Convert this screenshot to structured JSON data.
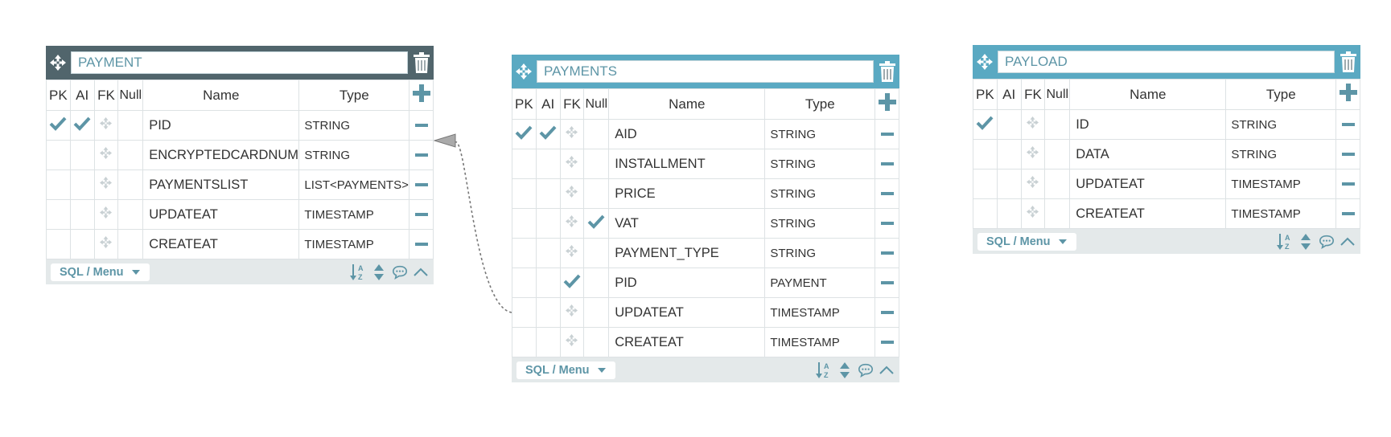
{
  "tables": [
    {
      "name": "PAYMENT",
      "headers": {
        "pk": "PK",
        "ai": "AI",
        "fk": "FK",
        "null": "Null",
        "name": "Name",
        "type": "Type"
      },
      "rows": [
        {
          "name": "PID",
          "type": "STRING",
          "pk": true,
          "ai": true,
          "fk": false,
          "null": false
        },
        {
          "name": "ENCRYPTEDCARDNUMBER",
          "type": "STRING",
          "pk": false,
          "ai": false,
          "fk": false,
          "null": false
        },
        {
          "name": "PAYMENTSLIST",
          "type": "LIST<PAYMENTS>",
          "pk": false,
          "ai": false,
          "fk": false,
          "null": false
        },
        {
          "name": "UPDATEAT",
          "type": "TIMESTAMP",
          "pk": false,
          "ai": false,
          "fk": false,
          "null": false
        },
        {
          "name": "CREATEAT",
          "type": "TIMESTAMP",
          "pk": false,
          "ai": false,
          "fk": false,
          "null": false
        }
      ],
      "footer": {
        "sql_menu": "SQL / Menu"
      }
    },
    {
      "name": "PAYMENTS",
      "headers": {
        "pk": "PK",
        "ai": "AI",
        "fk": "FK",
        "null": "Null",
        "name": "Name",
        "type": "Type"
      },
      "rows": [
        {
          "name": "AID",
          "type": "STRING",
          "pk": true,
          "ai": true,
          "fk": false,
          "null": false
        },
        {
          "name": "INSTALLMENT",
          "type": "STRING",
          "pk": false,
          "ai": false,
          "fk": false,
          "null": false
        },
        {
          "name": "PRICE",
          "type": "STRING",
          "pk": false,
          "ai": false,
          "fk": false,
          "null": false
        },
        {
          "name": "VAT",
          "type": "STRING",
          "pk": false,
          "ai": false,
          "fk": false,
          "null": true
        },
        {
          "name": "PAYMENT_TYPE",
          "type": "STRING",
          "pk": false,
          "ai": false,
          "fk": false,
          "null": false
        },
        {
          "name": "PID",
          "type": "PAYMENT",
          "pk": false,
          "ai": false,
          "fk": true,
          "null": false
        },
        {
          "name": "UPDATEAT",
          "type": "TIMESTAMP",
          "pk": false,
          "ai": false,
          "fk": false,
          "null": false
        },
        {
          "name": "CREATEAT",
          "type": "TIMESTAMP",
          "pk": false,
          "ai": false,
          "fk": false,
          "null": false
        }
      ],
      "footer": {
        "sql_menu": "SQL / Menu"
      }
    },
    {
      "name": "PAYLOAD",
      "headers": {
        "pk": "PK",
        "ai": "AI",
        "fk": "FK",
        "null": "Null",
        "name": "Name",
        "type": "Type"
      },
      "rows": [
        {
          "name": "ID",
          "type": "STRING",
          "pk": true,
          "ai": false,
          "fk": false,
          "null": false
        },
        {
          "name": "DATA",
          "type": "STRING",
          "pk": false,
          "ai": false,
          "fk": false,
          "null": false
        },
        {
          "name": "UPDATEAT",
          "type": "TIMESTAMP",
          "pk": false,
          "ai": false,
          "fk": false,
          "null": false
        },
        {
          "name": "CREATEAT",
          "type": "TIMESTAMP",
          "pk": false,
          "ai": false,
          "fk": false,
          "null": false
        }
      ],
      "footer": {
        "sql_menu": "SQL / Menu"
      }
    }
  ],
  "relationships": [
    {
      "from_table": "PAYMENTS",
      "from_column": "PID",
      "to_table": "PAYMENT",
      "to_column": "PID"
    }
  ],
  "colors": {
    "accent": "#5d95a6",
    "header_dark": "#51656c",
    "header_light": "#5aa9c2",
    "footer_bg": "#e4e9ea",
    "move_light": "#c8d0d3"
  }
}
